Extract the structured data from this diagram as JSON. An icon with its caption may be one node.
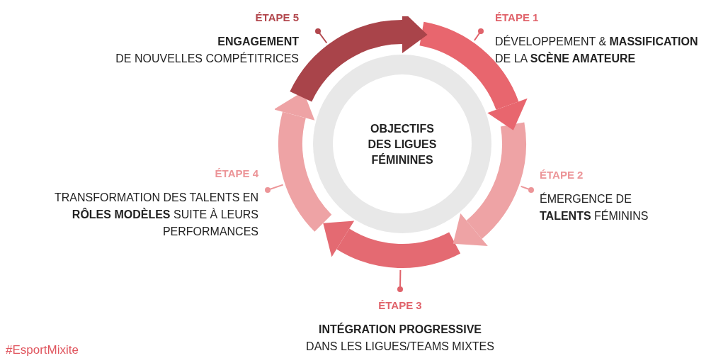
{
  "diagram": {
    "nodes": [
      {
        "text": [
          "ÉTAPE 1",
          "DÉVELOPPEMENT & **MASSIFICATION** DE LA **SCÈNE AMATEURE**"
        ]
      },
      {
        "text": [
          "ÉTAPE 2",
          "ÉMERGENCE DE **TALENTS** FÉMININS"
        ]
      },
      {
        "text": [
          "ÉTAPE 3",
          "INTÉGRATION PROGRESSIVE",
          "DANS LES LIGUES/TEAMS MIXTES"
        ]
      },
      {
        "text": [
          "ÉTAPE 4",
          "TRANSFORMATION DES TALENTS EN **RÔLES MODÈLES** SUITE À LEURS PERFORMANCES"
        ]
      },
      {
        "text": [
          "ÉTAPE 5",
          "ENGAGEMENT",
          "DE NOUVELLES COMPÉTITRICES"
        ]
      },
      {
        "text": [
          "OBJECTIFS DES LIGUES FÉMININES"
        ]
      }
    ],
    "edges": [
      {
        "from": 0,
        "to": 5,
        "arrow": "other",
        "color": "#e0636b"
      },
      {
        "from": 1,
        "to": 5,
        "arrow": "other",
        "color": "#ec9598"
      },
      {
        "from": 2,
        "to": 5,
        "arrow": "other",
        "color": "#e0636b"
      },
      {
        "from": 3,
        "to": 5,
        "arrow": "other",
        "color": "#ec9598"
      },
      {
        "from": 4,
        "to": 5,
        "arrow": "other",
        "color": "#b2474d"
      }
    ],
    "labels": [
      "#EsportMixite"
    ]
  }
}
